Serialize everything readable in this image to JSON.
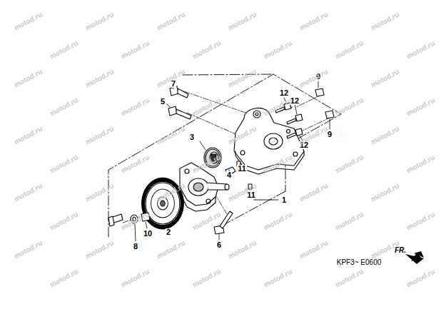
{
  "diagram": {
    "labels": [
      "9",
      "7",
      "12",
      "12",
      "5",
      "9",
      "12",
      "3",
      "4",
      "11",
      "11",
      "1",
      "2",
      "10",
      "8",
      "6",
      "FR.",
      "KPF3~ E0600",
      "motod.ru",
      "motod.ru",
      "motod.ru",
      "motod.ru",
      "motod.ru",
      "motod.ru",
      "motod.ru",
      "motod.ru",
      "motod.ru",
      "motod.ru",
      "motod.ru",
      "motod.ru",
      "motod.ru",
      "motod.ru",
      "motod.ru",
      "motod.ru",
      "motod.ru",
      "motod.ru",
      "motod.ru",
      "motod.ru",
      "motod.ru",
      "motod.ru",
      "motod.ru",
      "motod.ru",
      "motod.ru",
      "motod.ru",
      "motod.ru",
      "motod.ru",
      "motod.ru",
      "motod.ru",
      "motod.ru",
      "motod.ru",
      "motod.ru",
      "motod.ru",
      "motod.ru",
      "motod.ru",
      "motod.ru",
      "motod.ru",
      "motod.ru",
      "motod.ru",
      "motod.ru",
      "motod.ru",
      "motod.ru",
      "motod.ru",
      "motod.ru",
      "motod.ru",
      "motod.ru",
      "motod.ru",
      "motod.ru",
      "motod.ru",
      "motod.ru",
      "motod.ru",
      "motod.ru",
      "motod.ru",
      "motod.ru",
      "motod.ru",
      "motod.ru",
      "motod.ru",
      "motod.ru",
      "motod.ru"
    ]
  }
}
